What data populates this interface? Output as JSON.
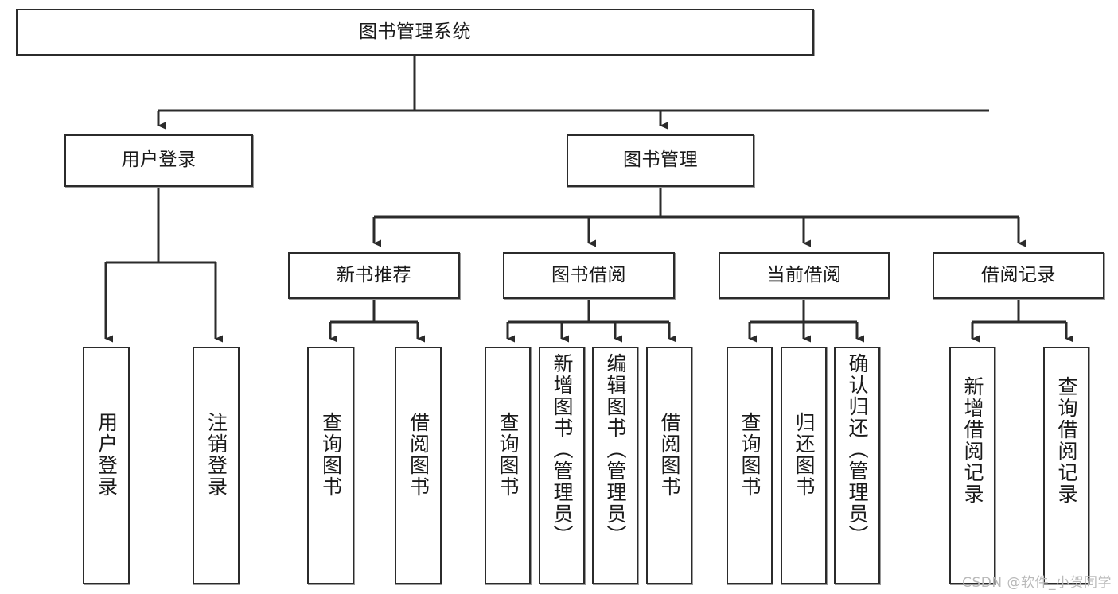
{
  "diagram": {
    "title": "图书管理系统",
    "type": "tree",
    "accent_color": "#2b2b2b",
    "background_color": "#ffffff",
    "watermark": "CSDN @软件_小贺同学",
    "nodes": {
      "root": {
        "label": "图书管理系统"
      },
      "level2": [
        {
          "id": "user-login",
          "label": "用户登录"
        },
        {
          "id": "book-manage",
          "label": "图书管理"
        }
      ],
      "level3": [
        {
          "id": "new-book-rec",
          "label": "新书推荐"
        },
        {
          "id": "book-borrow",
          "label": "图书借阅"
        },
        {
          "id": "current-borrow",
          "label": "当前借阅"
        },
        {
          "id": "borrow-record",
          "label": "借阅记录"
        }
      ],
      "leaves": [
        {
          "id": "leaf-user-login",
          "label": "用户登录",
          "parent": "user-login"
        },
        {
          "id": "leaf-logout",
          "label": "注销登录",
          "parent": "user-login"
        },
        {
          "id": "leaf-query-book-1",
          "label": "查询图书",
          "parent": "new-book-rec"
        },
        {
          "id": "leaf-borrow-book-1",
          "label": "借阅图书",
          "parent": "new-book-rec"
        },
        {
          "id": "leaf-query-book-2",
          "label": "查询图书",
          "parent": "book-borrow"
        },
        {
          "id": "leaf-add-book",
          "label": "新增图书（管理员）",
          "parent": "book-borrow"
        },
        {
          "id": "leaf-edit-book",
          "label": "编辑图书（管理员）",
          "parent": "book-borrow"
        },
        {
          "id": "leaf-borrow-book-2",
          "label": "借阅图书",
          "parent": "book-borrow"
        },
        {
          "id": "leaf-query-book-3",
          "label": "查询图书",
          "parent": "current-borrow"
        },
        {
          "id": "leaf-return-book",
          "label": "归还图书",
          "parent": "current-borrow"
        },
        {
          "id": "leaf-confirm-return",
          "label": "确认归还（管理员）",
          "parent": "current-borrow"
        },
        {
          "id": "leaf-add-record",
          "label": "新增借阅记录",
          "parent": "borrow-record"
        },
        {
          "id": "leaf-query-record",
          "label": "查询借阅记录",
          "parent": "borrow-record"
        }
      ]
    }
  }
}
